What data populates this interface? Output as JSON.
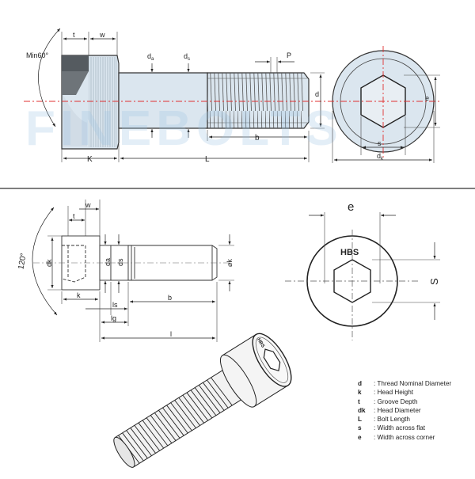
{
  "top_drawing": {
    "watermark": "FINEBOLTS",
    "labels": {
      "angle": "Min60°",
      "t": "t",
      "w": "w",
      "da": "d",
      "da_sub": "a",
      "ds": "d",
      "ds_sub": "s",
      "P": "P",
      "d": "d",
      "b": "b",
      "K": "K",
      "L": "L",
      "e": "e",
      "s": "s",
      "dk": "d",
      "dk_sub": "k"
    }
  },
  "bottom_drawing": {
    "labels": {
      "angle": "120°",
      "t": "t",
      "w": "w",
      "dk": "dk",
      "da": "da",
      "ds": "ds",
      "k": "k",
      "phi_k": "⌀k",
      "ls": "ls",
      "lg": "lg",
      "b": "b",
      "l": "l",
      "e": "e",
      "s": "S",
      "hbs": "HBS",
      "hbs_bolt": "HBS"
    }
  },
  "legend": [
    {
      "sym": "d",
      "text": ": Thread Nominal Diameter"
    },
    {
      "sym": "k",
      "text": ": Head Height"
    },
    {
      "sym": "t",
      "text": ": Groove Depth"
    },
    {
      "sym": "dk",
      "text": ": Head Diameter"
    },
    {
      "sym": "L",
      "text": ": Bolt Length"
    },
    {
      "sym": "s",
      "text": ": Width across flat"
    },
    {
      "sym": "e",
      "text": ": Width across corner"
    }
  ]
}
